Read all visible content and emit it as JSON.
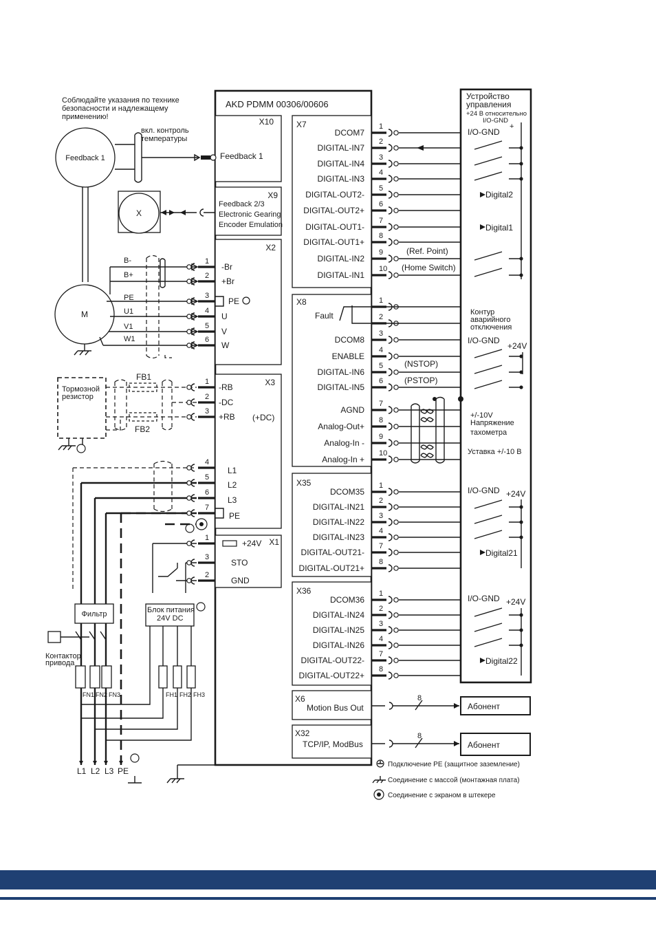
{
  "drive": {
    "title": "AKD PDMM 00306/00606"
  },
  "notes": {
    "safety": [
      "Соблюдайте указания по технике",
      "безопасности и надлежащему",
      "применению!"
    ],
    "temp": [
      "вкл. контроль",
      "температуры"
    ]
  },
  "devices": {
    "feedback1": "Feedback 1",
    "x_device": "X",
    "motor": "M",
    "brake_res": [
      "Тормозной",
      "резистор"
    ],
    "filter": "Фильтр",
    "psu": [
      "Блок питания",
      "24V DC"
    ],
    "contactor": [
      "Контактор",
      "привода"
    ],
    "fb1": "FB1",
    "fb2": "FB2",
    "fuses_n": [
      "FN1",
      "FN2",
      "FN3"
    ],
    "fuses_h": [
      "FH1",
      "FH2",
      "FH3"
    ],
    "mains": [
      "L1",
      "L2",
      "L3",
      "PE"
    ]
  },
  "motor_wires": [
    "B-",
    "B+",
    "PE",
    "U1",
    "V1",
    "W1"
  ],
  "x10": {
    "name": "X10",
    "label": "Feedback 1"
  },
  "x9": {
    "name": "X9",
    "lines": [
      "Feedback 2/3",
      "Electronic Gearing",
      "Encoder Emulation"
    ]
  },
  "x2": {
    "name": "X2",
    "pins": [
      {
        "n": "1",
        "label": "-Br"
      },
      {
        "n": "2",
        "label": "+Br"
      },
      {
        "n": "3",
        "label": "PE"
      },
      {
        "n": "4",
        "label": "U"
      },
      {
        "n": "5",
        "label": "V"
      },
      {
        "n": "6",
        "label": "W"
      }
    ]
  },
  "x3": {
    "name": "X3",
    "dc": "(+DC)",
    "pins": [
      {
        "n": "1",
        "label": "-RB"
      },
      {
        "n": "2",
        "label": "-DC"
      },
      {
        "n": "3",
        "label": "+RB"
      },
      {
        "n": "4",
        "label": "L1"
      },
      {
        "n": "5",
        "label": "L2"
      },
      {
        "n": "6",
        "label": "L3"
      },
      {
        "n": "7",
        "label": "PE"
      }
    ]
  },
  "x1": {
    "name": "X1",
    "pins": [
      {
        "n": "1",
        "label": "+24V"
      },
      {
        "n": "3",
        "label": "STO"
      },
      {
        "n": "2",
        "label": "GND"
      }
    ]
  },
  "x7": {
    "name": "X7",
    "pins": [
      {
        "n": "1",
        "label": "DCOM7"
      },
      {
        "n": "2",
        "label": "DIGITAL-IN7"
      },
      {
        "n": "3",
        "label": "DIGITAL-IN4"
      },
      {
        "n": "4",
        "label": "DIGITAL-IN3"
      },
      {
        "n": "5",
        "label": "DIGITAL-OUT2-"
      },
      {
        "n": "6",
        "label": "DIGITAL-OUT2+"
      },
      {
        "n": "7",
        "label": "DIGITAL-OUT1-"
      },
      {
        "n": "8",
        "label": "DIGITAL-OUT1+"
      },
      {
        "n": "9",
        "label": "DIGITAL-IN2"
      },
      {
        "n": "10",
        "label": "DIGITAL-IN1"
      }
    ]
  },
  "x8": {
    "name": "X8",
    "fault": "Fault",
    "pins": [
      {
        "n": "1",
        "label": ""
      },
      {
        "n": "2",
        "label": ""
      },
      {
        "n": "3",
        "label": "DCOM8"
      },
      {
        "n": "4",
        "label": "ENABLE"
      },
      {
        "n": "5",
        "label": "DIGITAL-IN6"
      },
      {
        "n": "6",
        "label": "DIGITAL-IN5"
      },
      {
        "n": "7",
        "label": "AGND"
      },
      {
        "n": "8",
        "label": "Analog-Out+"
      },
      {
        "n": "9",
        "label": "Analog-In -"
      },
      {
        "n": "10",
        "label": "Analog-In +"
      }
    ]
  },
  "x35": {
    "name": "X35",
    "pins": [
      {
        "n": "1",
        "label": "DCOM35"
      },
      {
        "n": "2",
        "label": "DIGITAL-IN21"
      },
      {
        "n": "3",
        "label": "DIGITAL-IN22"
      },
      {
        "n": "4",
        "label": "DIGITAL-IN23"
      },
      {
        "n": "7",
        "label": "DIGITAL-OUT21-"
      },
      {
        "n": "8",
        "label": "DIGITAL-OUT21+"
      }
    ]
  },
  "x36": {
    "name": "X36",
    "pins": [
      {
        "n": "1",
        "label": "DCOM36"
      },
      {
        "n": "2",
        "label": "DIGITAL-IN24"
      },
      {
        "n": "3",
        "label": "DIGITAL-IN25"
      },
      {
        "n": "4",
        "label": "DIGITAL-IN26"
      },
      {
        "n": "7",
        "label": "DIGITAL-OUT22-"
      },
      {
        "n": "8",
        "label": "DIGITAL-OUT22+"
      }
    ]
  },
  "x6": {
    "name": "X6",
    "label": "Motion Bus Out",
    "count": "8",
    "subscriber": "Абонент"
  },
  "x32": {
    "name": "X32",
    "label": "TCP/IP, ModBus",
    "count": "8",
    "subscriber": "Абонент"
  },
  "controller": {
    "title": [
      "Устройство",
      "управления"
    ],
    "note": [
      "+24 В относительно",
      "I/O-GND"
    ],
    "plus": "+",
    "iognd": "I/O-GND",
    "p24": "+24V",
    "digital2": "Digital2",
    "digital1": "Digital1",
    "refpoint": "(Ref. Point)",
    "homeswitch": "(Home Switch)",
    "estop": [
      "Контур",
      "аварийного",
      "отключения"
    ],
    "nstop": "(NSTOP)",
    "pstop": "(PSTOP)",
    "analog1": [
      "+/-10V",
      "Напряжение",
      "тахометра"
    ],
    "analog2": "Уставка +/-10 В",
    "digital21": "Digital21",
    "digital22": "Digital22"
  },
  "legend": [
    "Подключение PE (защитное заземление)",
    "Соединение с массой (монтажная плата)",
    "Соединение с экраном в штекере"
  ]
}
